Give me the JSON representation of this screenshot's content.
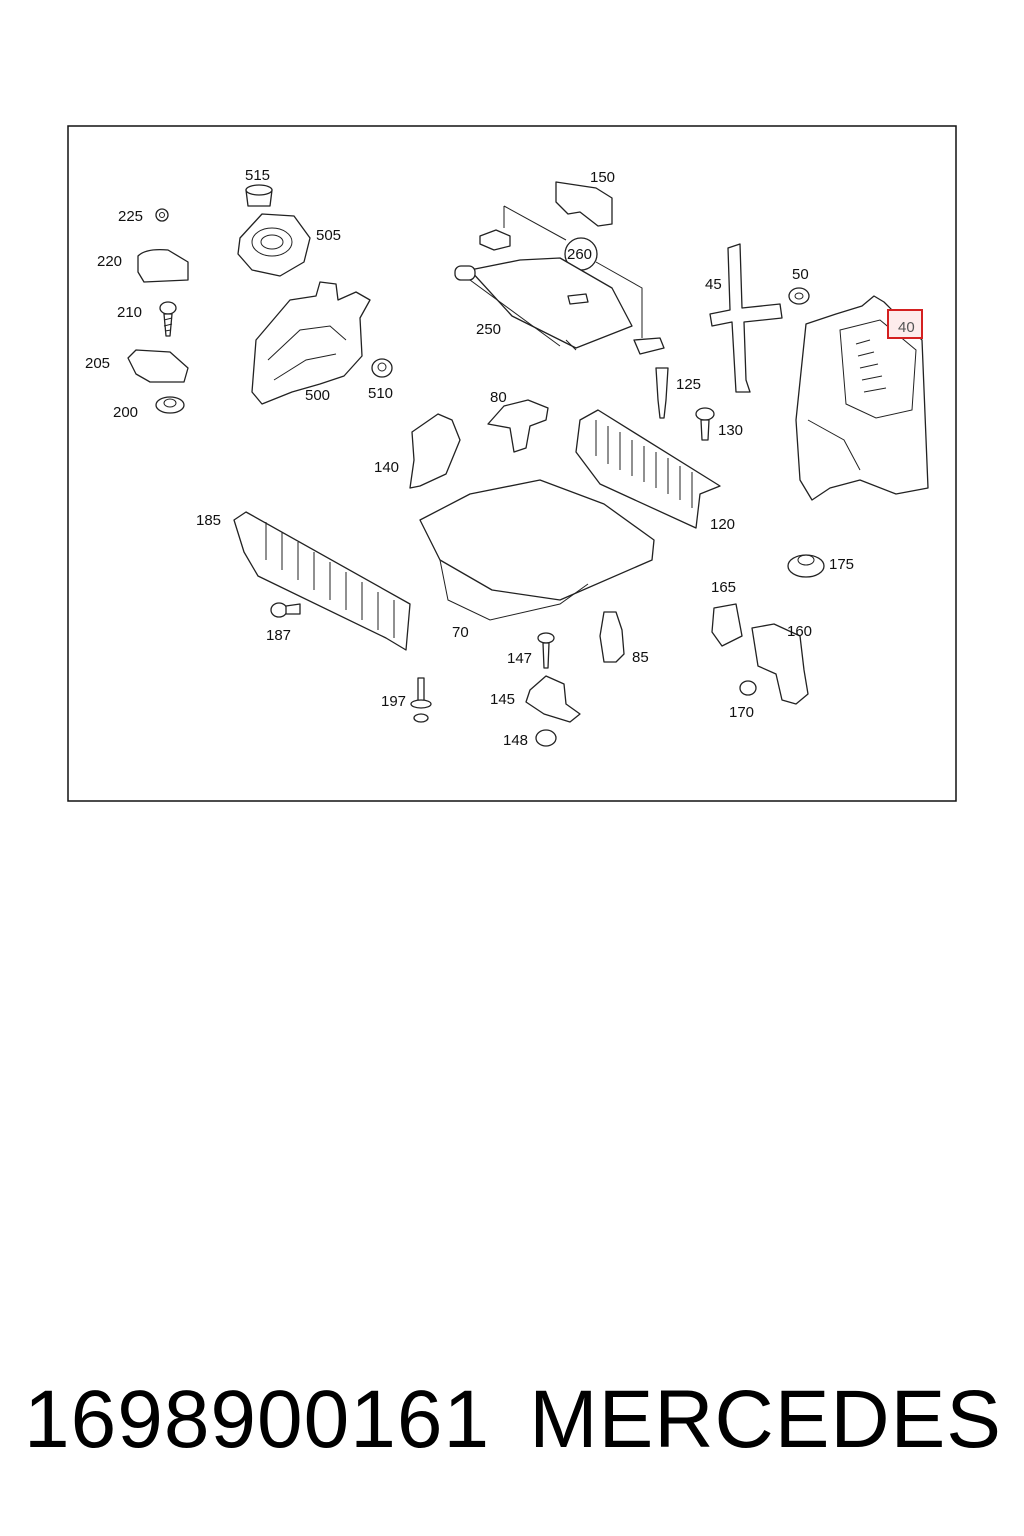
{
  "diagram": {
    "callouts": {
      "c515": "515",
      "c225": "225",
      "c220": "220",
      "c210": "210",
      "c205": "205",
      "c200": "200",
      "c505": "505",
      "c500": "500",
      "c510": "510",
      "c150": "150",
      "c260": "260",
      "c250": "250",
      "c45": "45",
      "c50": "50",
      "c40": "40",
      "c125": "125",
      "c130": "130",
      "c80": "80",
      "c140": "140",
      "c120": "120",
      "c185": "185",
      "c187": "187",
      "c70": "70",
      "c175": "175",
      "c165": "165",
      "c160": "160",
      "c147": "147",
      "c85": "85",
      "c197": "197",
      "c145": "145",
      "c148": "148",
      "c170": "170"
    },
    "highlighted_callout": "40",
    "highlight_color": "#d42020"
  },
  "caption": {
    "part_number": "1698900161",
    "brand": "MERCEDES"
  }
}
